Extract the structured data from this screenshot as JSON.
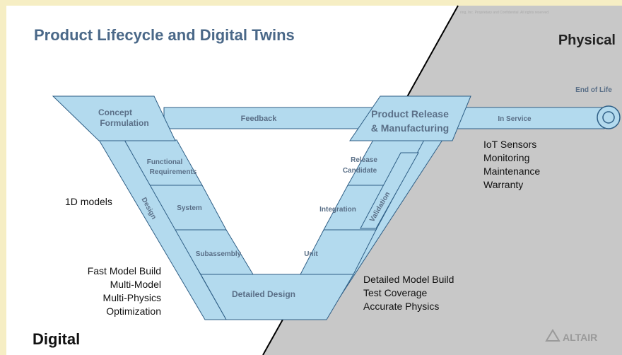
{
  "title": "Product Lifecycle and Digital Twins",
  "corner_labels": {
    "physical": "Physical",
    "digital": "Digital"
  },
  "confidential_note": "ring, Inc. Proprietary and Confidential. All rights reserved.",
  "logo_text": "ALTAIR",
  "v_model": {
    "concept": [
      "Concept",
      "Formulation"
    ],
    "feedback": "Feedback",
    "release": [
      "Product Release",
      "& Manufacturing"
    ],
    "in_service": "In Service",
    "end_of_life": "End of Life",
    "design": "Design",
    "validation": "Validation",
    "left_stages": [
      [
        "Functional",
        "Requirements"
      ],
      [
        "System"
      ],
      [
        "Subassembly"
      ]
    ],
    "right_stages": [
      [
        "Release",
        "Candidate"
      ],
      [
        "Integration"
      ],
      [
        "Unit"
      ]
    ],
    "bottom": "Detailed Design"
  },
  "annotations": {
    "models_1d": "1D models",
    "left_list": [
      "Fast Model Build",
      "Multi-Model",
      "Multi-Physics",
      "Optimization"
    ],
    "bottom_right_list": [
      "Detailed Model Build",
      "Test Coverage",
      "Accurate Physics"
    ],
    "right_list": [
      "IoT Sensors",
      "Monitoring",
      "Maintenance",
      "Warranty"
    ]
  },
  "colors": {
    "frame": "#f6eec4",
    "digital_bg": "#ffffff",
    "physical_bg": "#c8c8c8",
    "block_fill": "#b3daee",
    "block_stroke": "#2f5f86",
    "label": "#5a6f87",
    "title": "#4a6888"
  }
}
